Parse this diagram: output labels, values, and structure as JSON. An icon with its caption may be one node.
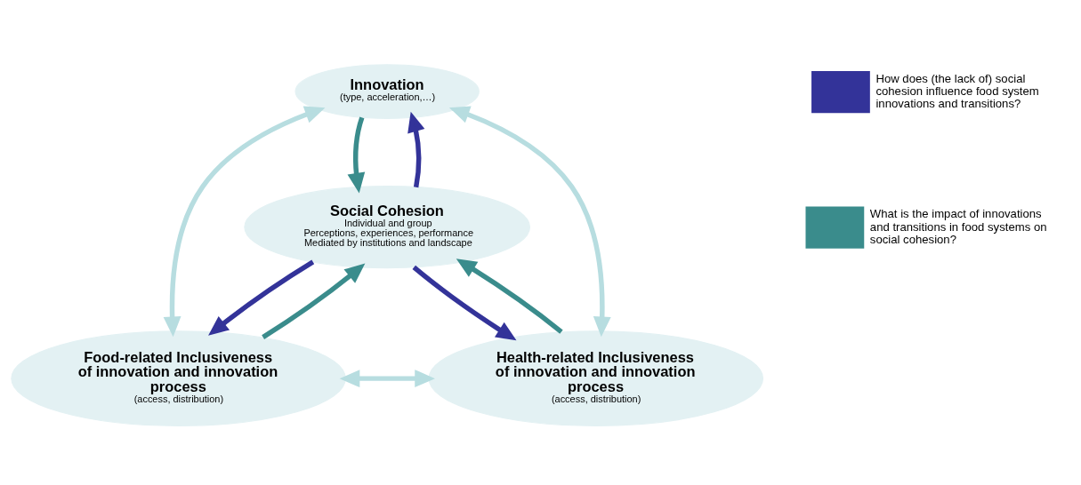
{
  "diagram": {
    "nodes": [
      {
        "text": [
          "Innovation",
          "(type, acceleration,…)"
        ]
      },
      {
        "text": [
          "Social Cohesion",
          "Individual and group",
          "Perceptions, experiences, performance",
          "Mediated by institutions and landscape"
        ]
      },
      {
        "text": [
          "Food-related Inclusiveness of innovation and innovation process",
          "(access, distribution)"
        ]
      },
      {
        "text": [
          "Health-related Inclusiveness of innovation and innovation process",
          "(access, distribution)"
        ]
      }
    ],
    "edges": [
      {
        "from": 0,
        "to": 2,
        "arrow": "both",
        "color": "#b7dde0"
      },
      {
        "from": 0,
        "to": 3,
        "arrow": "both",
        "color": "#b7dde0"
      },
      {
        "from": 1,
        "to": 0,
        "arrow": "to",
        "color": "#333399"
      },
      {
        "from": 0,
        "to": 1,
        "arrow": "to",
        "color": "#3a8c8c"
      },
      {
        "from": 1,
        "to": 2,
        "arrow": "to",
        "color": "#333399"
      },
      {
        "from": 2,
        "to": 1,
        "arrow": "to",
        "color": "#3a8c8c"
      },
      {
        "from": 1,
        "to": 3,
        "arrow": "to",
        "color": "#333399"
      },
      {
        "from": 3,
        "to": 1,
        "arrow": "to",
        "color": "#3a8c8c"
      },
      {
        "from": 2,
        "to": 3,
        "arrow": "both",
        "color": "#b7dde0"
      }
    ],
    "legend": [
      {
        "text": "How does (the lack of) social cohesion influence food system innovations and transitions?",
        "color": "#333399"
      },
      {
        "text": "What is the impact of innovations and transitions in food systems on social cohesion?",
        "color": "#3a8c8c"
      }
    ]
  }
}
